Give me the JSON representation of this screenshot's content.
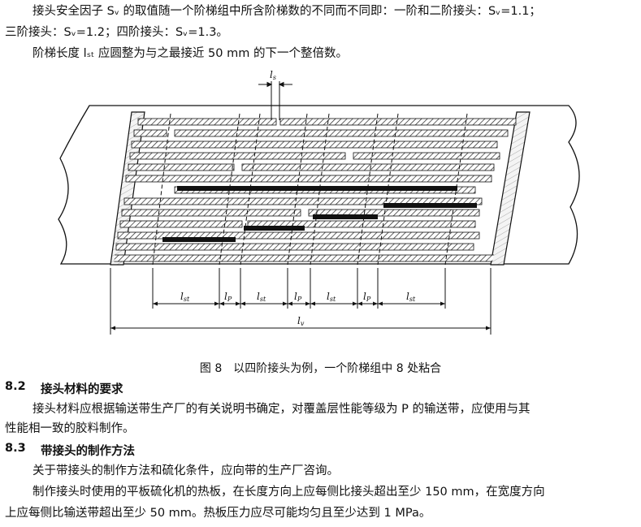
{
  "intro": {
    "line1": "接头安全因子 Sᵥ 的取值随一个阶梯组中所含阶梯数的不同而不同即：一阶和二阶接头：Sᵥ=1.1；",
    "line2": "三阶接头：Sᵥ=1.2；四阶接头：Sᵥ=1.3。",
    "line3": "阶梯长度 lₛₜ 应圆整为与之最接近 50 mm 的下一个整倍数。"
  },
  "figure": {
    "labels": {
      "ls": "l",
      "ls_sub": "s",
      "lst": "l",
      "lst_sub": "st",
      "lp": "l",
      "lp_sub": "P",
      "lv": "l",
      "lv_sub": "v"
    },
    "caption": "图 8　以四阶接头为例，一个阶梯组中 8 处粘合"
  },
  "section82": {
    "number": "8.2",
    "title": "接头材料的要求",
    "line1": "接头材料应根据输送带生产厂的有关说明书确定，对覆盖层性能等级为 P 的输送带，应使用与其",
    "line2": "性能相一致的胶料制作。"
  },
  "section83": {
    "number": "8.3",
    "title": "带接头的制作方法",
    "line1": "关于带接头的制作方法和硫化条件，应向带的生产厂咨询。",
    "line2": "制作接头时使用的平板硫化机的热板，在长度方向上应每侧比接头超出至少 150 mm，在宽度方向",
    "line3": "上应每侧比输送带超出至少 50 mm。热板压力应尽可能均匀且至少达到 1 MPa。"
  }
}
